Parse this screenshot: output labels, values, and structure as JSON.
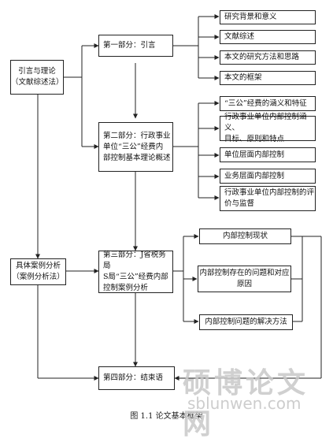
{
  "left": {
    "intro_theory": [
      "引言与理论",
      "（文献综述法）"
    ],
    "case_analysis": [
      "具体案例分析",
      "（案例分析法）"
    ]
  },
  "parts": {
    "part1": "第一部分：引言",
    "part2": [
      "第二部分：行政事业",
      "单位“三公”经费内",
      "部控制基本理论概述"
    ],
    "part3": [
      "第三部分：J省税务局",
      "S局“三公”经费内部",
      "控制案例分析"
    ],
    "part4": "第四部分：结束语"
  },
  "part1_items": [
    "研究背景和意义",
    "文献综述",
    "本文的研究方法和思路",
    "本文的框架"
  ],
  "part2_items": [
    [
      "“三公”经费的涵义和特征"
    ],
    [
      "行政事业单位内部控制涵义、",
      "目标、原则和特点"
    ],
    [
      "单位层面内部控制"
    ],
    [
      "业务层面内部控制"
    ],
    [
      "行政事业单位内部控制的评",
      "价与监督"
    ]
  ],
  "part3_items": [
    [
      "内部控制现状"
    ],
    [
      "内部控制存在的问题和对应",
      "原因"
    ],
    [
      "内部控制问题的解决方法"
    ]
  ],
  "caption": "图 1.1    论文基本框架",
  "watermark": {
    "cn": "硕博论文网",
    "url": "sblunwen.com"
  }
}
